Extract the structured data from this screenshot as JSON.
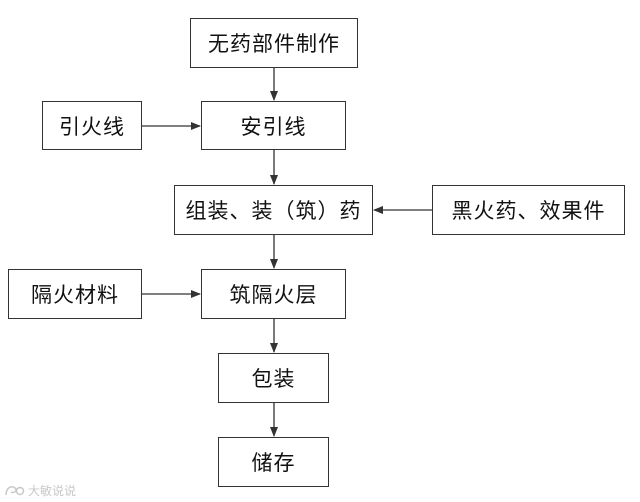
{
  "nodes": {
    "no_powder_parts": "无药部件制作",
    "fuse_source": "引火线",
    "install_fuse": "安引线",
    "assemble": "组装、装（筑）药",
    "powder_effects": "黑火药、效果件",
    "insulation_material": "隔火材料",
    "build_insulation": "筑隔火层",
    "package": "包装",
    "storage": "储存"
  },
  "edges": [
    {
      "from": "no_powder_parts",
      "to": "install_fuse"
    },
    {
      "from": "fuse_source",
      "to": "install_fuse"
    },
    {
      "from": "install_fuse",
      "to": "assemble"
    },
    {
      "from": "powder_effects",
      "to": "assemble"
    },
    {
      "from": "assemble",
      "to": "build_insulation"
    },
    {
      "from": "insulation_material",
      "to": "build_insulation"
    },
    {
      "from": "build_insulation",
      "to": "package"
    },
    {
      "from": "package",
      "to": "storage"
    }
  ],
  "watermark": {
    "icon": "logo-icon",
    "text": "大敏说说"
  },
  "colors": {
    "line": "#333333",
    "text": "#111111",
    "watermark": "#c8c8c8"
  }
}
